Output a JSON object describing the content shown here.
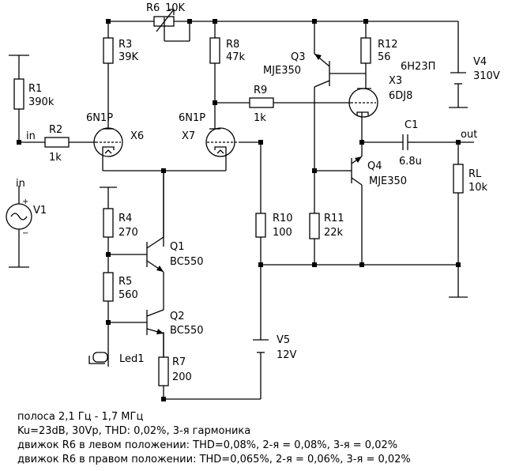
{
  "components": {
    "r1": {
      "ref": "R1",
      "value": "390k"
    },
    "r2": {
      "ref": "R2",
      "value": "1k"
    },
    "r3": {
      "ref": "R3",
      "value": "39K"
    },
    "r4": {
      "ref": "R4",
      "value": "270"
    },
    "r5": {
      "ref": "R5",
      "value": "560"
    },
    "r6": {
      "ref": "R6",
      "value": "10K"
    },
    "r7": {
      "ref": "R7",
      "value": "200"
    },
    "r8": {
      "ref": "R8",
      "value": "47k"
    },
    "r9": {
      "ref": "R9",
      "value": "1k"
    },
    "r10": {
      "ref": "R10",
      "value": "100"
    },
    "r11": {
      "ref": "R11",
      "value": "22k"
    },
    "r12": {
      "ref": "R12",
      "value": "56"
    },
    "rl": {
      "ref": "RL",
      "value": "10k"
    },
    "c1": {
      "ref": "C1",
      "value": "6.8u"
    },
    "x6": {
      "ref": "X6",
      "type": "6N1P"
    },
    "x7": {
      "ref": "X7",
      "type": "6N1P"
    },
    "x3": {
      "ref": "X3",
      "type": "6DJ8",
      "type_ru": "6Н23П"
    },
    "q1": {
      "ref": "Q1",
      "type": "BC550"
    },
    "q2": {
      "ref": "Q2",
      "type": "BC550"
    },
    "q3": {
      "ref": "Q3",
      "type": "MJE350"
    },
    "q4": {
      "ref": "Q4",
      "type": "MJE350"
    },
    "v1": {
      "ref": "V1"
    },
    "v4": {
      "ref": "V4",
      "value": "310V"
    },
    "v5": {
      "ref": "V5",
      "value": "12V"
    },
    "led1": {
      "ref": "Led1"
    }
  },
  "nets": {
    "in_left": "in",
    "in_source": "in",
    "out": "out"
  },
  "signs": {
    "plus": "+",
    "minus": "−"
  },
  "notes": [
    "полоса 2,1 Гц - 1,7 МГц",
    "Ku=23dB, 30Vp, THD: 0,02%,  3-я гармоника",
    "движок R6 в левом положении: THD=0,08%, 2-я = 0,08%, 3-я = 0,02%",
    "движок R6 в правом положении: THD=0,065%, 2-я = 0,06%, 3-я = 0,02%"
  ]
}
